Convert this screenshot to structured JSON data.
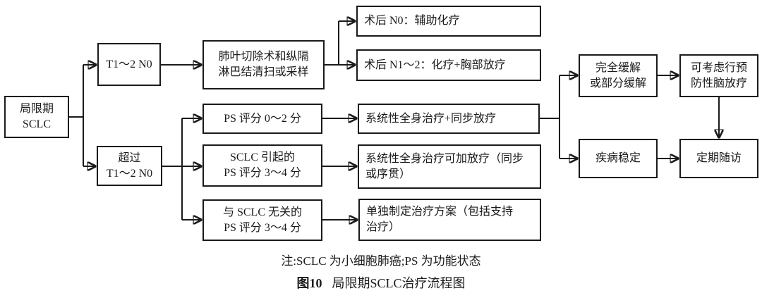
{
  "colors": {
    "line": "#1a1a1a",
    "box_border": "#1a1a1a",
    "text": "#1a1a1a",
    "background": "#ffffff"
  },
  "nodes": {
    "limited_sclc": "局限期\nSCLC",
    "t1_2_n0": "T1～2 N0",
    "beyond_t1_2_n0": "超过\nT1～2 N0",
    "lobectomy": "肺叶切除术和纵隔\n淋巴结清扫或采样",
    "postop_n0": "术后 N0：辅助化疗",
    "postop_n1_2": "术后 N1～2：化疗+胸部放疗",
    "ps_0_2": "PS 评分 0～2 分",
    "sclc_ps_3_4": "SCLC 引起的\nPS 评分 3～4 分",
    "non_sclc_ps_3_4": "与 SCLC 无关的\nPS 评分 3～4 分",
    "systemic_concurrent": "系统性全身治疗+同步放疗",
    "systemic_optional_rt": "系统性全身治疗可加放疗（同步\n或序贯）",
    "individualized": "单独制定治疗方案（包括支持\n治疗）",
    "remission": "完全缓解\n或部分缓解",
    "pci": "可考虑行预\n防性脑放疗",
    "stable": "疾病稳定",
    "followup": "定期随访"
  },
  "captions": {
    "note": "注:SCLC 为小细胞肺癌;PS 为功能状态",
    "figure_label": "图10",
    "figure_title": "局限期SCLC治疗流程图"
  }
}
